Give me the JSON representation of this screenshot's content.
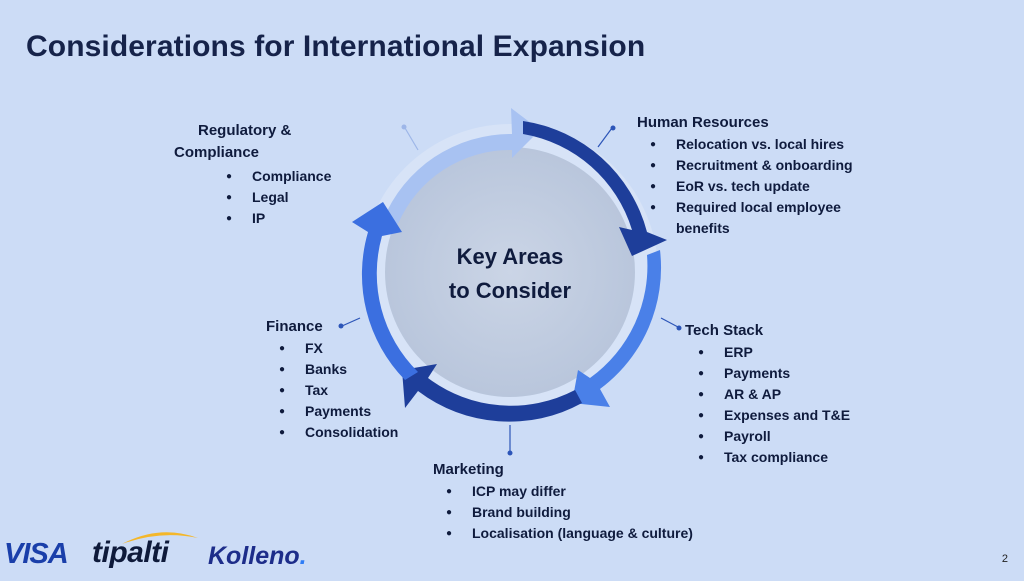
{
  "title": "Considerations for International Expansion",
  "center": {
    "line1": "Key Areas",
    "line2": "to Consider"
  },
  "sections": {
    "regulatory": {
      "heading_line1": "Regulatory &",
      "heading_line2": "Compliance",
      "items": [
        "Compliance",
        "Legal",
        "IP"
      ]
    },
    "hr": {
      "heading": "Human Resources",
      "items": [
        "Relocation vs. local hires",
        "Recruitment & onboarding",
        "EoR vs. tech update",
        "Required local employee",
        "benefits"
      ]
    },
    "tech": {
      "heading": "Tech Stack",
      "items": [
        "ERP",
        "Payments",
        "AR & AP",
        "Expenses and T&E",
        "Payroll",
        "Tax compliance"
      ]
    },
    "marketing": {
      "heading": "Marketing",
      "items": [
        "ICP may differ",
        "Brand building",
        "Localisation (language & culture)"
      ]
    },
    "finance": {
      "heading": "Finance",
      "items": [
        "FX",
        "Banks",
        "Tax",
        "Payments",
        "Consolidation"
      ]
    }
  },
  "logos": {
    "visa": "VISA",
    "tipalti": "tipalti",
    "kolleno": "Kolleno",
    "kolleno_dot": "."
  },
  "page_number": "2",
  "colors": {
    "background": "#ccdcf6",
    "ring_light": "#a8c2f2",
    "ring_dark": "#1e3e9a",
    "ring_mid": "#4a80e8",
    "ring_mid2": "#3b6fe0",
    "inner_disc": "#c3cee0"
  }
}
